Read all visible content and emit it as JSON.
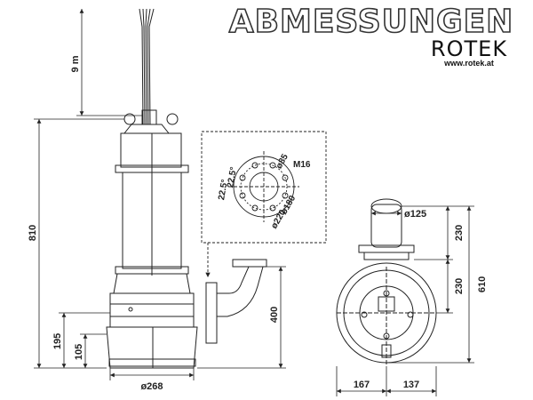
{
  "header": {
    "title": "ABMESSUNGEN",
    "brand": "ROTEK",
    "url": "www.rotek.at"
  },
  "colors": {
    "line": "#222222",
    "title_fill": "#ffffff",
    "title_stroke": "#333333"
  },
  "dimensions": {
    "cable": "9 m",
    "height_total": "810",
    "height_195": "195",
    "height_105": "105",
    "height_400": "400",
    "base_diameter": "ø268",
    "height_610": "610",
    "height_230_top": "230",
    "height_230_bottom": "230",
    "width_167": "167",
    "width_137": "137",
    "pipe_diameter": "ø125"
  },
  "flange_detail": {
    "angle_1": "22.5°",
    "angle_2": "22.5°",
    "hole_diameter": "ø85",
    "thread": "M16",
    "bolt_circle": "ø180",
    "outer_diameter": "ø220"
  }
}
